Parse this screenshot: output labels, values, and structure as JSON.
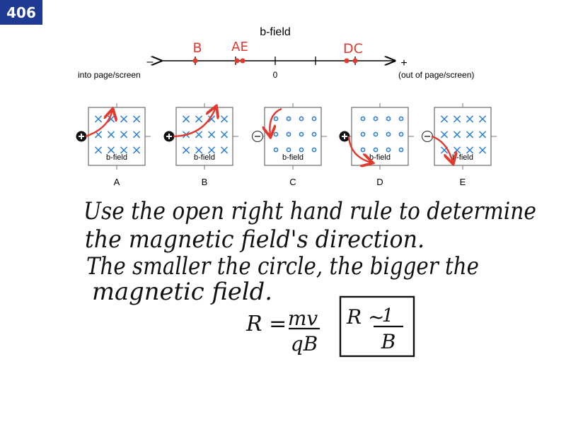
{
  "slide_number": "406",
  "number_line": {
    "title": "b-field",
    "minus_sign": "–",
    "plus_sign": "+",
    "left_label": "into page/screen",
    "zero_label": "0",
    "right_label": "(out of page/screen)",
    "markers": {
      "b": "B",
      "ae": "AE",
      "dc": "DC"
    }
  },
  "panels": [
    {
      "letter": "A",
      "field_label": "b-field",
      "charge": "+",
      "field": "into"
    },
    {
      "letter": "B",
      "field_label": "b-field",
      "charge": "+",
      "field": "into"
    },
    {
      "letter": "C",
      "field_label": "b-field",
      "charge": "–",
      "field": "out"
    },
    {
      "letter": "D",
      "field_label": "b-field",
      "charge": "+",
      "field": "out"
    },
    {
      "letter": "E",
      "field_label": "b-field",
      "charge": "–",
      "field": "into"
    }
  ],
  "notes": {
    "line1": "Use the open right hand rule to determine",
    "line2": "the magnetic field's direction.",
    "line3": "The smaller the circle, the bigger the",
    "line4": "magnetic field.",
    "formula_lhs": "R =",
    "formula_num": "mv",
    "formula_den": "qB",
    "boxed_lhs": "R ~",
    "boxed_num": "1",
    "boxed_den": "B"
  },
  "colors": {
    "badge": "#1f3a93",
    "ink_red": "#e03a2f",
    "ink_blue": "#2e7fd0"
  }
}
